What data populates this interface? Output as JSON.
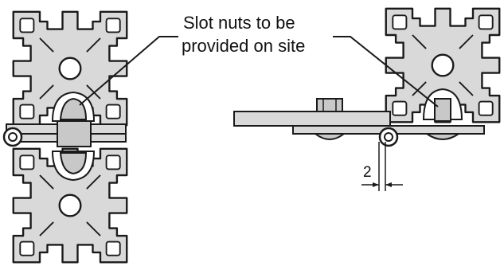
{
  "callout": {
    "line1": "Slot nuts to be",
    "line2": "provided on site"
  },
  "dimension": {
    "gap_value": "2"
  },
  "colors": {
    "profile_fill": "#d9d9d9",
    "outline": "#1a1a1a",
    "background": "#ffffff"
  }
}
